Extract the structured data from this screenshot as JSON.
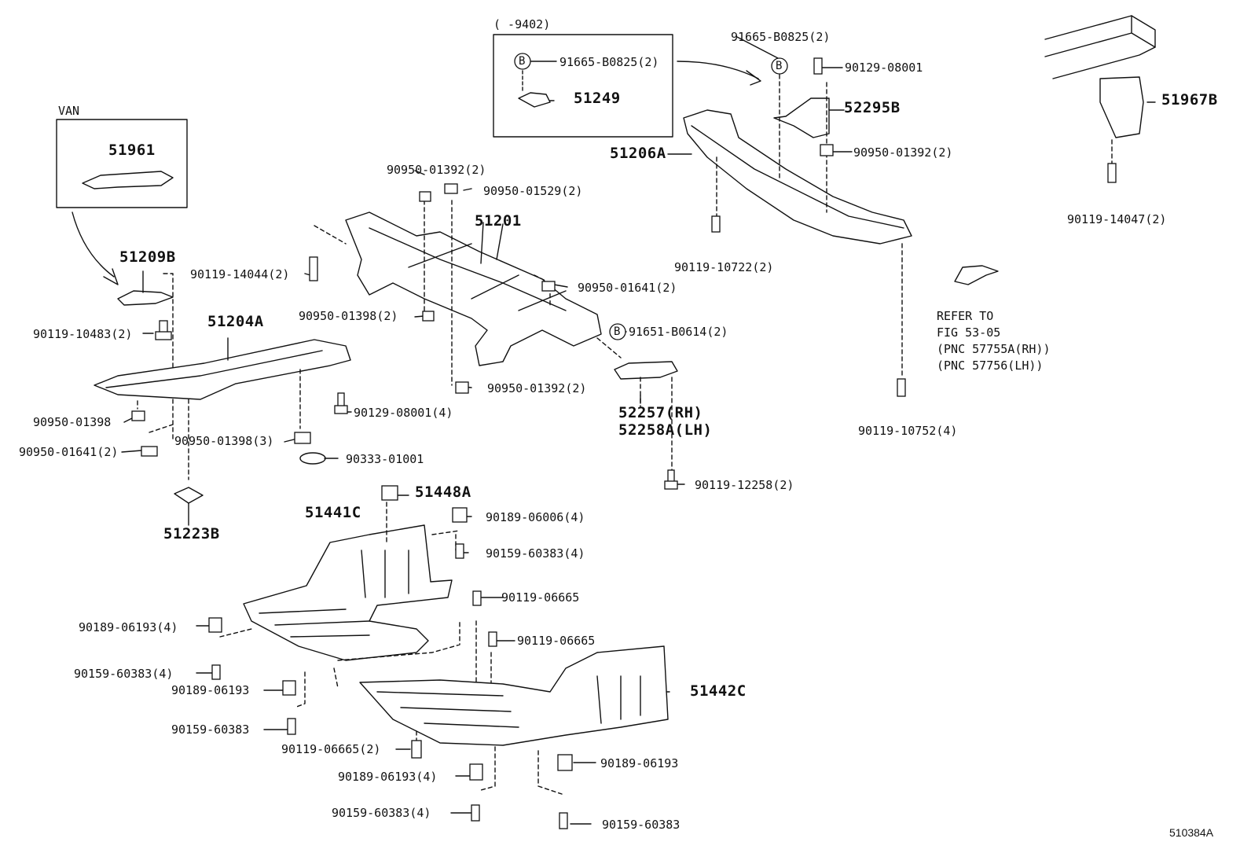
{
  "figure_code": "510384A",
  "date_range": "(     -9402)",
  "van_label": "VAN",
  "refer_note": [
    "REFER TO",
    "FIG 53-05",
    "(PNC 57755A(RH))",
    "(PNC 57756(LH))"
  ],
  "parts": {
    "p51961": "51961",
    "p51209B": "51209B",
    "p90119_10483": "90119-10483(2)",
    "p51204A": "51204A",
    "p90950_01398_a": "90950-01398",
    "p90950_01641_a": "90950-01641(2)",
    "p90950_01398_3": "90950-01398(3)",
    "p90333_01001": "90333-01001",
    "p51223B": "51223B",
    "p90129_08001_4": "90129-08001(4)",
    "p90119_14044": "90119-14044(2)",
    "p90950_01392_2a": "90950-01392(2)",
    "p90950_01529": "90950-01529(2)",
    "p51201": "51201",
    "p90950_01641_b": "90950-01641(2)",
    "p90950_01398_2": "90950-01398(2)",
    "p90950_01392_2b": "90950-01392(2)",
    "p91651_B0614": "91651-B0614(2)",
    "p52257": "52257(RH)",
    "p52258A": "52258A(LH)",
    "p90119_12258": "90119-12258(2)",
    "p91665_B0825_box": "91665-B0825(2)",
    "p51249": "51249",
    "p91665_B0825": "91665-B0825(2)",
    "p90129_08001": "90129-08001",
    "p52295B": "52295B",
    "p51206A": "51206A",
    "p90950_01392_2c": "90950-01392(2)",
    "p90119_10722": "90119-10722(2)",
    "p90119_10752": "90119-10752(4)",
    "p51967B": "51967B",
    "p90119_14047": "90119-14047(2)",
    "p51448A": "51448A",
    "p51441C": "51441C",
    "p90189_06006": "90189-06006(4)",
    "p90159_60383_4a": "90159-60383(4)",
    "p90119_06665_a": "90119-06665",
    "p90119_06665_b": "90119-06665",
    "p90189_06193_4a": "90189-06193(4)",
    "p90159_60383_4b": "90159-60383(4)",
    "p90189_06193_a": "90189-06193",
    "p90159_60383_a": "90159-60383",
    "p90119_06665_2": "90119-06665(2)",
    "p90189_06193_4b": "90189-06193(4)",
    "p90159_60383_4c": "90159-60383(4)",
    "p51442C": "51442C",
    "p90189_06193_b": "90189-06193",
    "p90159_60383_b": "90159-60383"
  },
  "markers": {
    "b": "B"
  }
}
